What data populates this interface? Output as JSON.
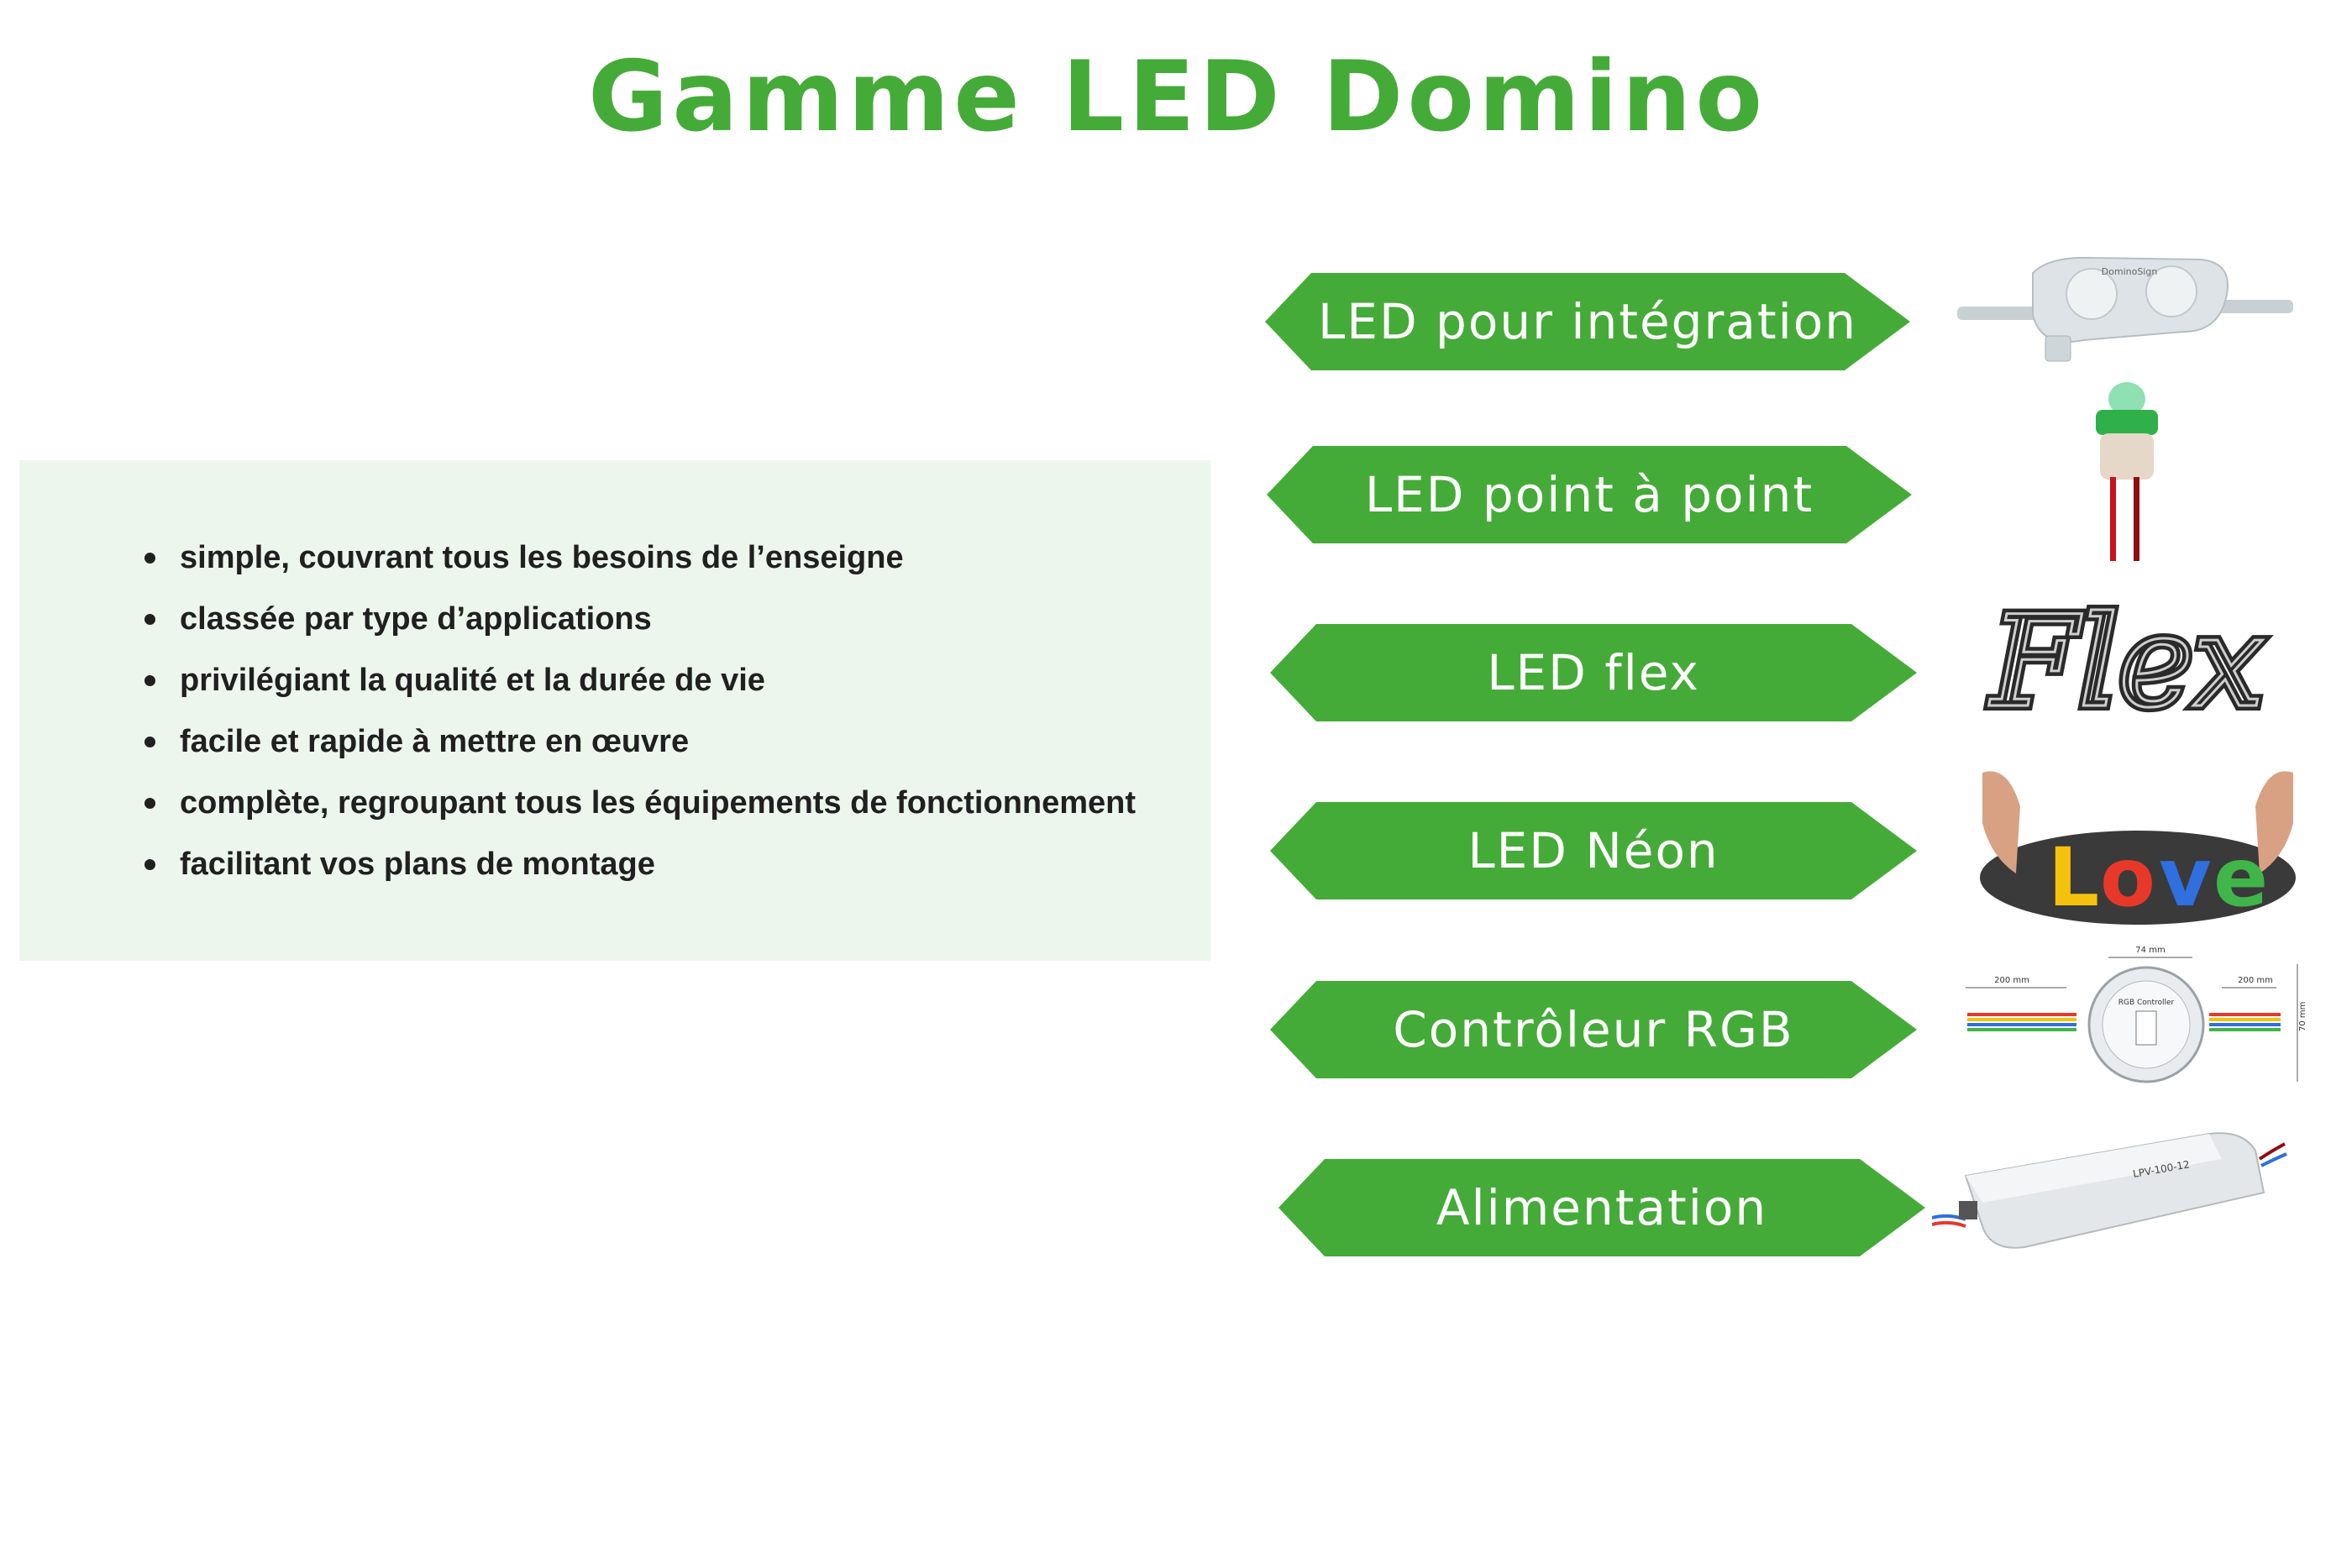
{
  "header": {
    "title": "Gamme LED Domino"
  },
  "features": [
    "simple, couvrant tous les besoins de l’enseigne",
    "classée par type d’applications",
    "privilégiant la qualité et la durée de vie",
    "facile et rapide à mettre en œuvre",
    "complète, regroupant tous les équipements de fonctionnement",
    "facilitant vos plans de montage"
  ],
  "products": [
    {
      "label": "LED pour intégration",
      "icon": "led-module-icon"
    },
    {
      "label": "LED point à point",
      "icon": "pixel-led-icon"
    },
    {
      "label": "LED flex",
      "icon": "flex-neon-icon"
    },
    {
      "label": "LED Néon",
      "icon": "neon-love-sign-icon"
    },
    {
      "label": "Contrôleur RGB",
      "icon": "rgb-controller-diagram-icon"
    },
    {
      "label": "Alimentation",
      "icon": "power-supply-icon"
    }
  ],
  "images": {
    "flex_text": "Flex",
    "neon_letters": [
      "L",
      "o",
      "v",
      "e"
    ],
    "module_brand": "DominoSign",
    "controller": {
      "width_label": "74 mm",
      "cable_left_label": "200 mm",
      "cable_right_label": "200 mm",
      "height_label": "70 mm",
      "title": "RGB Controller"
    },
    "power_supply_model": "LPV-100-12"
  },
  "colors": {
    "brand_green": "#45ab38",
    "panel_bg": "#edf6ec",
    "text": "#202020",
    "neon": [
      "#f4c20d",
      "#e8382a",
      "#2f6fe0",
      "#3fb54a"
    ]
  }
}
